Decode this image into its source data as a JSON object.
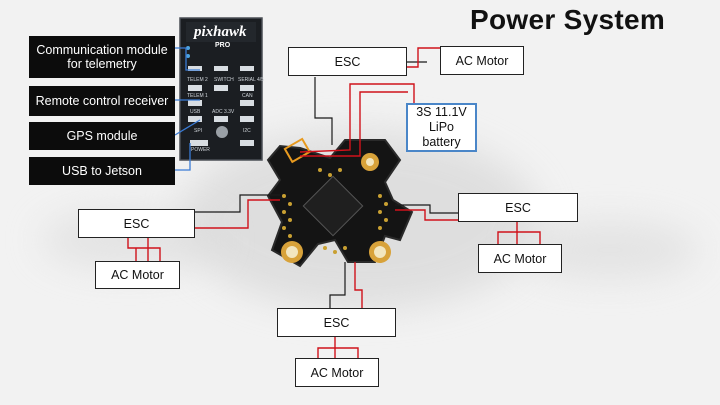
{
  "title": "Power System",
  "pixhawk": {
    "brand": "pixhawk",
    "model": "PRO",
    "port_labels": [
      "TELEM 2",
      "SWITCH",
      "SERIAL 4/5",
      "TELEM 1",
      "CAN",
      "USB",
      "ADC 3.3V",
      "SPI",
      "I2C",
      "POWER"
    ]
  },
  "peripherals": [
    "Communication module for telemetry",
    "Remote control receiver",
    "GPS module",
    "USB to Jetson"
  ],
  "battery": "3S 11.1V\nLiPo\nbattery",
  "esc_units": [
    {
      "esc": "ESC",
      "motor": "AC Motor"
    },
    {
      "esc": "ESC",
      "motor": "AC Motor"
    },
    {
      "esc": "ESC",
      "motor": "AC Motor"
    },
    {
      "esc": "ESC",
      "motor": "AC Motor"
    }
  ],
  "colors": {
    "power_wire": "#d0121b",
    "signal_wire": "#1a1a1a",
    "usb_link": "#3a7bd5",
    "battery_border": "#4a86c8",
    "pdb_board": "#141414",
    "pdb_pad": "#d8a23a"
  }
}
